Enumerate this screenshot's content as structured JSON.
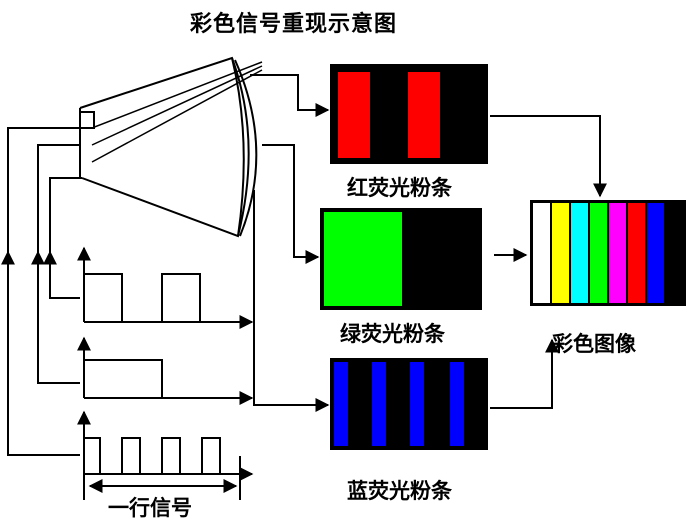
{
  "title": "彩色信号重现示意图",
  "labels": {
    "red_strip": "红荧光粉条",
    "green_strip": "绿荧光粉条",
    "blue_strip": "蓝荧光粉条",
    "color_image": "彩色图像",
    "one_line_signal": "一行信号"
  },
  "colors": {
    "red": "#ff0000",
    "green": "#00ff00",
    "blue": "#0000ff",
    "black": "#000000",
    "color_bars": [
      "#ffffff",
      "#ffff00",
      "#00ffff",
      "#00ff00",
      "#ff00ff",
      "#ff0000",
      "#0000ff",
      "#000000"
    ]
  }
}
